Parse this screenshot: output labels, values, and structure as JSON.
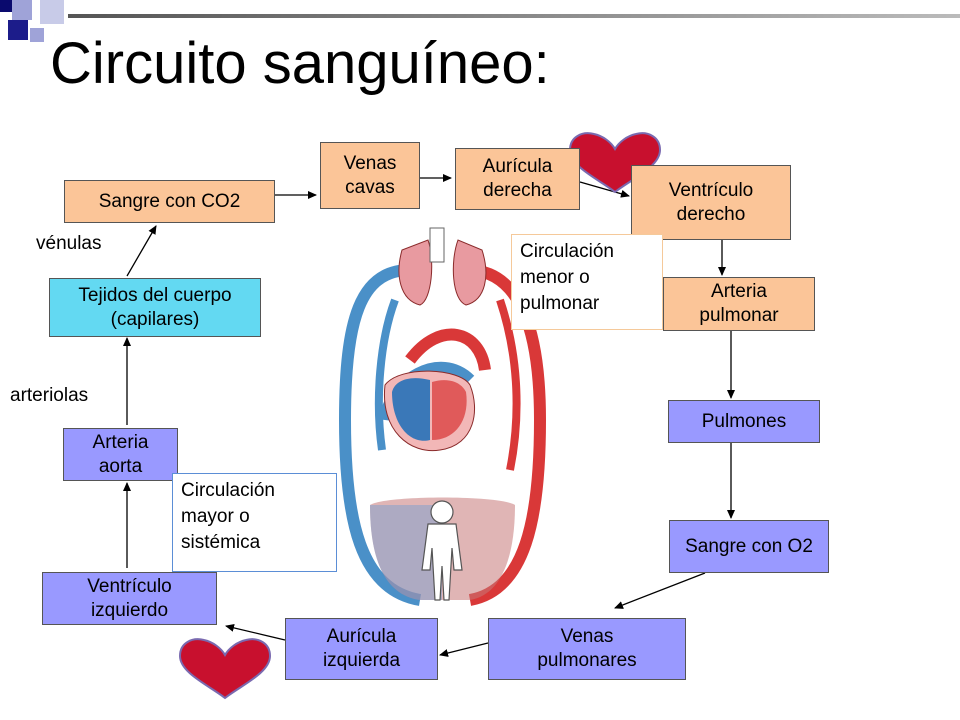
{
  "slide": {
    "title": "Circuito sanguíneo:"
  },
  "boxes": {
    "sangre_co2": "Sangre con CO2",
    "venas_cavas": "Venas\ncavas",
    "auricula_derecha": "Aurícula\nderecha",
    "ventriculo_derecho": "Ventrículo\nderecho",
    "arteria_pulmonar": "Arteria\npulmonar",
    "pulmones": "Pulmones",
    "sangre_o2": "Sangre con O2",
    "venas_pulmonares": "Venas\npulmonares",
    "auricula_izquierda": "Aurícula\nizquierda",
    "ventriculo_izquierdo": "Ventrículo\nizquierdo",
    "arteria_aorta": "Arteria\naorta",
    "tejidos": "Tejidos del cuerpo\n(capilares)"
  },
  "notes": {
    "menor": "Circulación\nmenor o\npulmonar",
    "mayor": "Circulación\nmayor o\nsistémica"
  },
  "labels": {
    "venulas": "vénulas",
    "arteriolas": "arteriolas"
  },
  "colors": {
    "peach": "#fbc598",
    "cyan": "#63d9f2",
    "lavender": "#9999ff",
    "heart": "#c8102e",
    "venous": "#4a90c8",
    "arterial": "#d93838"
  },
  "icons": [
    "heart-icon",
    "circulatory-system-illustration",
    "square-bullets"
  ]
}
